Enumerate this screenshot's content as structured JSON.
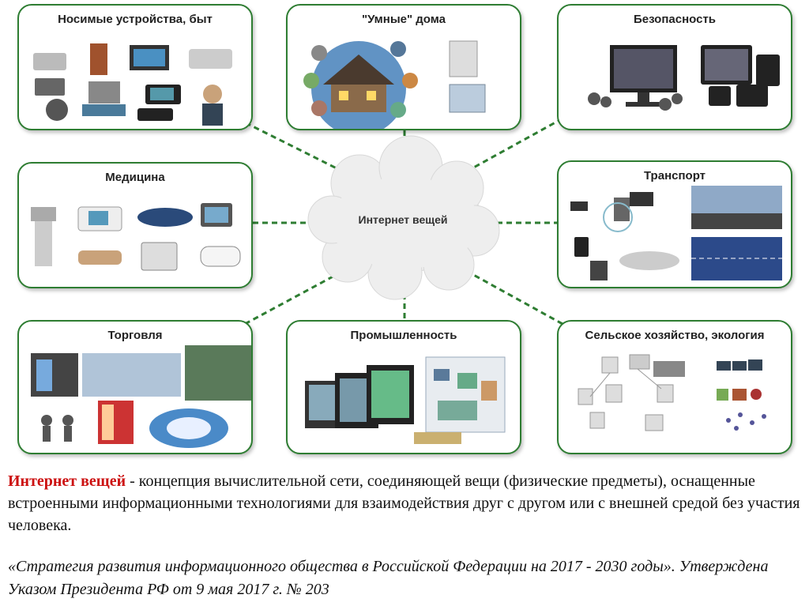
{
  "diagram": {
    "hub": "Интернет вещей",
    "categories": [
      {
        "id": "wearables",
        "title": "Носимые устройства, быт"
      },
      {
        "id": "smarthome",
        "title": "\"Умные\" дома"
      },
      {
        "id": "security",
        "title": "Безопасность"
      },
      {
        "id": "medicine",
        "title": "Медицина"
      },
      {
        "id": "transport",
        "title": "Транспорт"
      },
      {
        "id": "trade",
        "title": "Торговля"
      },
      {
        "id": "industry",
        "title": "Промышленность"
      },
      {
        "id": "agriculture",
        "title": "Сельское хозяйство, экология"
      }
    ]
  },
  "definition": {
    "term": "Интернет вещей",
    "text": " - концепция вычислительной сети, соединяющей вещи (физические предметы), оснащенные встроенными информационными технологиями для взаимодействия друг с другом или с внешней средой без участия человека."
  },
  "citation": "«Стратегия развития информационного общества в Российской Федерации на 2017 - 2030 годы». Утверждена Указом Президента РФ от 9 мая 2017 г. № 203",
  "colors": {
    "border": "#2e7d32",
    "connector": "#2e7d32",
    "term": "#cc1111"
  }
}
